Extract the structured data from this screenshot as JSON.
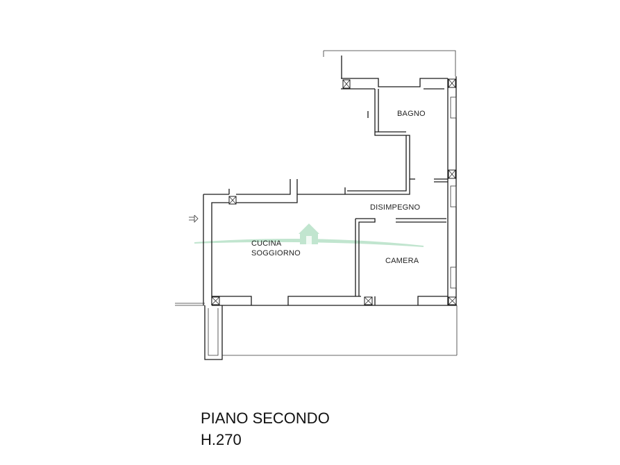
{
  "rooms": {
    "bagno": "BAGNO",
    "disimpegno": "DISIMPEGNO",
    "cucina": "CUCINA",
    "soggiorno": "SOGGIORNO",
    "camera": "CAMERA"
  },
  "caption": {
    "floor": "PIANO SECONDO",
    "height": "H.270"
  },
  "colors": {
    "walls": "#1a1a1a",
    "watermark": "#7fc79a"
  },
  "icons": [
    "entrance-arrow-icon",
    "watermark-house-icon"
  ]
}
